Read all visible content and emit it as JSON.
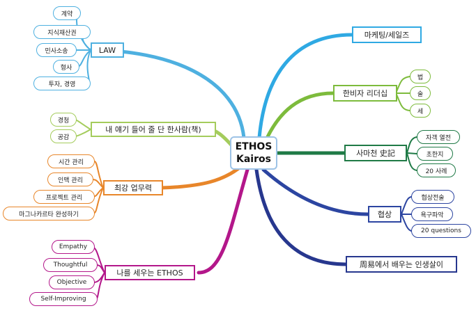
{
  "central": {
    "line1": "ETHOS",
    "line2": "Kairos"
  },
  "colors": {
    "law": "#4eb0e0",
    "listener": "#a4cc5c",
    "work": "#e8862a",
    "ethos": "#b3178a",
    "marketing": "#2fa9e3",
    "leader": "#7dbb3c",
    "history": "#1f7a46",
    "negotiation": "#2c45a1",
    "zhouyi": "#27378e"
  },
  "left": {
    "law": {
      "label": "LAW",
      "subs": [
        "계약",
        "지식재산권",
        "민사소송",
        "형사",
        "투자, 경영"
      ]
    },
    "listener": {
      "label": "내 얘기 들어 줄 단 한사람(책)",
      "subs": [
        "경청",
        "공감"
      ]
    },
    "work": {
      "label": "최강 업무력",
      "subs": [
        "시간 관리",
        "인맥 관리",
        "프로젝트 관리",
        "마그나카르타 완성하기"
      ]
    },
    "ethos": {
      "label": "나를 세우는 ETHOS",
      "subs": [
        "Empathy",
        "Thoughtful",
        "Objective",
        "Self-Improving"
      ]
    }
  },
  "right": {
    "marketing": {
      "label": "마케팅/세일즈"
    },
    "leader": {
      "label": "한비자 리더십",
      "subs": [
        "법",
        "술",
        "세"
      ]
    },
    "history": {
      "label": "사마천 史記",
      "subs": [
        "자객 열전",
        "초한지",
        "20 사례"
      ]
    },
    "negotiation": {
      "label": "협상",
      "subs": [
        "협상전술",
        "욕구파악",
        "20 questions"
      ]
    },
    "zhouyi": {
      "label": "周易에서 배우는 인생살이"
    }
  }
}
